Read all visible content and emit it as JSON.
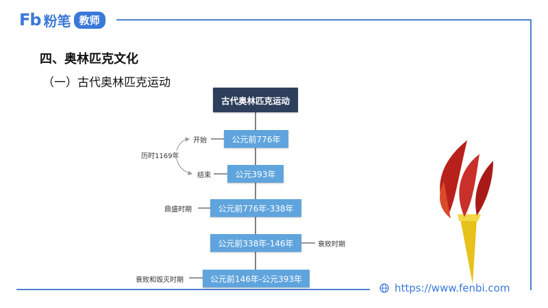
{
  "logo": {
    "mark": "Fb",
    "name": "粉笔",
    "tag": "教师"
  },
  "heading": "四、奥林匹克文化",
  "subheading": "（一）古代奥林匹克运动",
  "diagram": {
    "root": "古代奥林匹克运动",
    "nodes": [
      {
        "text": "公元前776年",
        "label": "开始",
        "side": "left"
      },
      {
        "text": "公元393年",
        "label": "结束",
        "side": "left"
      },
      {
        "text": "公元前776年-338年",
        "label": "鼎盛时期",
        "side": "left"
      },
      {
        "text": "公元前338年-146年",
        "label": "衰败时期",
        "side": "right"
      },
      {
        "text": "公元前146年-公元393年",
        "label": "衰败和毁灭时期",
        "side": "left"
      }
    ],
    "span_label": "历时1169年"
  },
  "footer": {
    "url": "https://www.fenbi.com",
    "icon": "globe-icon"
  },
  "decoration": {
    "icon": "torch-icon",
    "colors": [
      "#b8201c",
      "#e6c21a"
    ]
  },
  "colors": {
    "accent": "#3a78d8",
    "node": "#5fa4dd",
    "root": "#2e3f5c"
  }
}
